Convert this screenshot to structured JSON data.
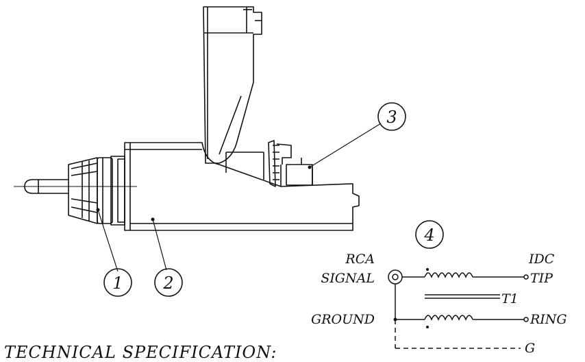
{
  "callouts": {
    "c1": "1",
    "c2": "2",
    "c3": "3",
    "c4": "4"
  },
  "schematic": {
    "rca_label": "RCA",
    "signal_label": "SIGNAL",
    "ground_label": "GROUND",
    "idc_label": "IDC",
    "tip_label": "TIP",
    "ring_label": "RING",
    "transformer_label": "T1",
    "g_label": "G"
  },
  "footer": {
    "spec_heading": "TECHNICAL SPECIFICATION:"
  }
}
